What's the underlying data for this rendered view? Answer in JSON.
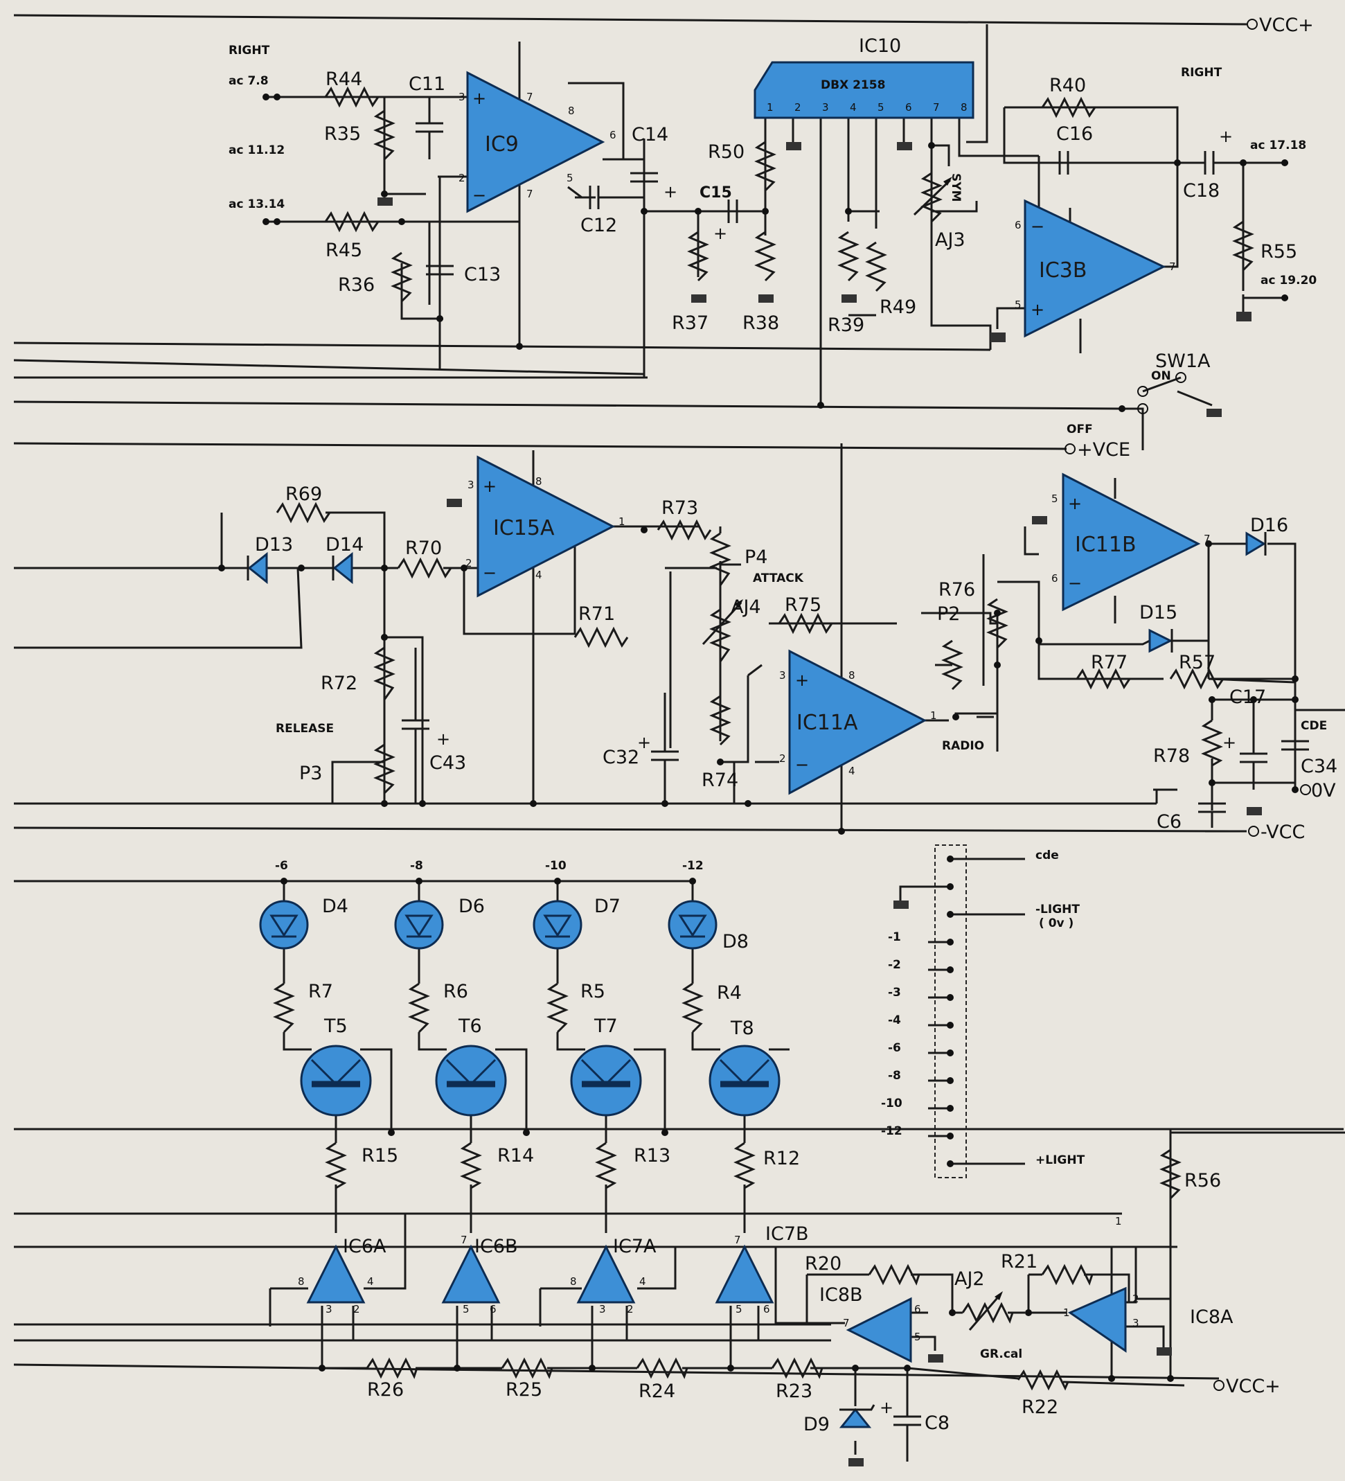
{
  "rails": {
    "vcc_plus_top": "VCC+",
    "vcc_plus_mid": "+VCE",
    "zero_v": "0V",
    "vcc_minus": "-VCC",
    "vcc_plus_bottom": "VCC+"
  },
  "labels": {
    "right_in": "RIGHT",
    "right_out": "RIGHT",
    "ac_7_8": "ac  7.8",
    "ac_11_12": "ac  11.12",
    "ac_13_14": "ac  13.14",
    "ac_17_18": "ac  17.18",
    "ac_19_20": "ac  19.20",
    "release": "RELEASE",
    "attack": "ATTACK",
    "radio": "RADIO",
    "cde": "CDE",
    "off": "OFF",
    "on": "ON",
    "sym": "SYM",
    "gr_cal": "GR.cal",
    "chip_text": "DBX 2158",
    "conn_cde": "cde",
    "conn_light_minus": "-LIGHT",
    "conn_ov": "( 0v )",
    "conn_light_plus": "+LIGHT"
  },
  "ics": {
    "ic9": "IC9",
    "ic10": "IC10",
    "ic3b": "IC3B",
    "ic15a": "IC15A",
    "ic11a": "IC11A",
    "ic11b": "IC11B",
    "ic6a": "IC6A",
    "ic6b": "IC6B",
    "ic7a": "IC7A",
    "ic7b": "IC7B",
    "ic8a": "IC8A",
    "ic8b": "IC8B"
  },
  "components": {
    "r44": "R44",
    "r35": "R35",
    "r45": "R45",
    "r36": "R36",
    "c11": "C11",
    "c13": "C13",
    "c14": "C14",
    "c12": "C12",
    "c15": "C15",
    "r37": "R37",
    "r38": "R38",
    "r50": "R50",
    "r39": "R39",
    "r49": "R49",
    "aj3": "AJ3",
    "r40": "R40",
    "c16": "C16",
    "c18": "C18",
    "r55": "R55",
    "sw1a": "SW1A",
    "r69": "R69",
    "d13": "D13",
    "d14": "D14",
    "r70": "R70",
    "r72": "R72",
    "c43": "C43",
    "p3": "P3",
    "r71": "R71",
    "r73": "R73",
    "p4": "P4",
    "aj4": "AJ4",
    "r75": "R75",
    "c32": "C32",
    "r74": "R74",
    "r76": "R76",
    "p2": "P2",
    "d16": "D16",
    "d15": "D15",
    "r77": "R77",
    "r57": "R57",
    "c17": "C17",
    "r78": "R78",
    "c34": "C34",
    "c6": "C6",
    "d4": "D4",
    "d6": "D6",
    "d7": "D7",
    "d8": "D8",
    "r7": "R7",
    "r6": "R6",
    "r5": "R5",
    "r4": "R4",
    "t5": "T5",
    "t6": "T6",
    "t7": "T7",
    "t8": "T8",
    "r15": "R15",
    "r14": "R14",
    "r13": "R13",
    "r12": "R12",
    "r26": "R26",
    "r25": "R25",
    "r24": "R24",
    "r23": "R23",
    "r22": "R22",
    "r20": "R20",
    "r21": "R21",
    "aj2": "AJ2",
    "r56": "R56",
    "d9": "D9",
    "c8": "C8"
  },
  "led_levels": [
    "-6",
    "-8",
    "-10",
    "-12"
  ],
  "connector_levels": [
    "-1",
    "-2",
    "-3",
    "-4",
    "-6",
    "-8",
    "-10",
    "-12"
  ]
}
